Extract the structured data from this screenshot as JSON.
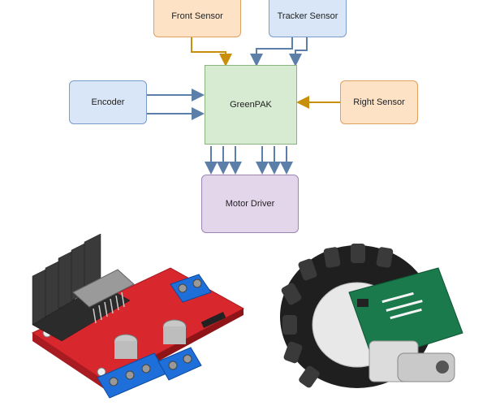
{
  "nodes": {
    "front_sensor": "Front Sensor",
    "tracker_sensor": "Tracker Sensor",
    "encoder": "Encoder",
    "greenpak": "GreenPAK",
    "right_sensor": "Right Sensor",
    "motor_driver": "Motor Driver"
  },
  "photos": {
    "left": "l298n-motor-driver-board",
    "right": "wheel-with-encoder"
  },
  "colors": {
    "orange_arrow": "#c8900a",
    "blue_arrow": "#5b7fa8"
  }
}
